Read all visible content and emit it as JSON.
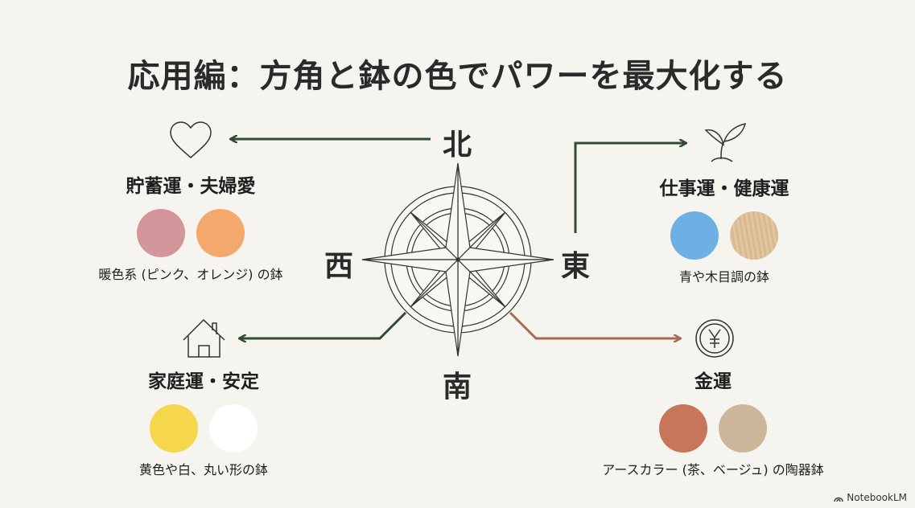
{
  "title": "応用編：方角と鉢の色でパワーを最大化する",
  "directions": {
    "north": "北",
    "south": "南",
    "east": "東",
    "west": "西"
  },
  "groups": {
    "north": {
      "icon": "heart-icon",
      "label": "貯蓄運・夫婦愛",
      "colors": [
        "#d4959b",
        "#f4a86c"
      ],
      "desc": "暖色系 (ピンク、オレンジ) の鉢"
    },
    "east": {
      "icon": "sprout-icon",
      "label": "仕事運・健康運",
      "colors": [
        "#6fb0e4",
        "#dcbf98"
      ],
      "desc": "青や木目調の鉢"
    },
    "southwest": {
      "icon": "house-icon",
      "label": "家庭運・安定",
      "colors": [
        "#f6d64a",
        "#ffffff"
      ],
      "desc": "黄色や白、丸い形の鉢"
    },
    "southeast": {
      "icon": "yen-coin-icon",
      "label": "金運",
      "colors": [
        "#c8765a",
        "#cdb79a"
      ],
      "desc": "アースカラー (茶、ベージュ) の陶器鉢"
    }
  },
  "arrow_colors": {
    "green": "#2f4a35",
    "brown": "#a86a50"
  },
  "brand": "NotebookLM"
}
